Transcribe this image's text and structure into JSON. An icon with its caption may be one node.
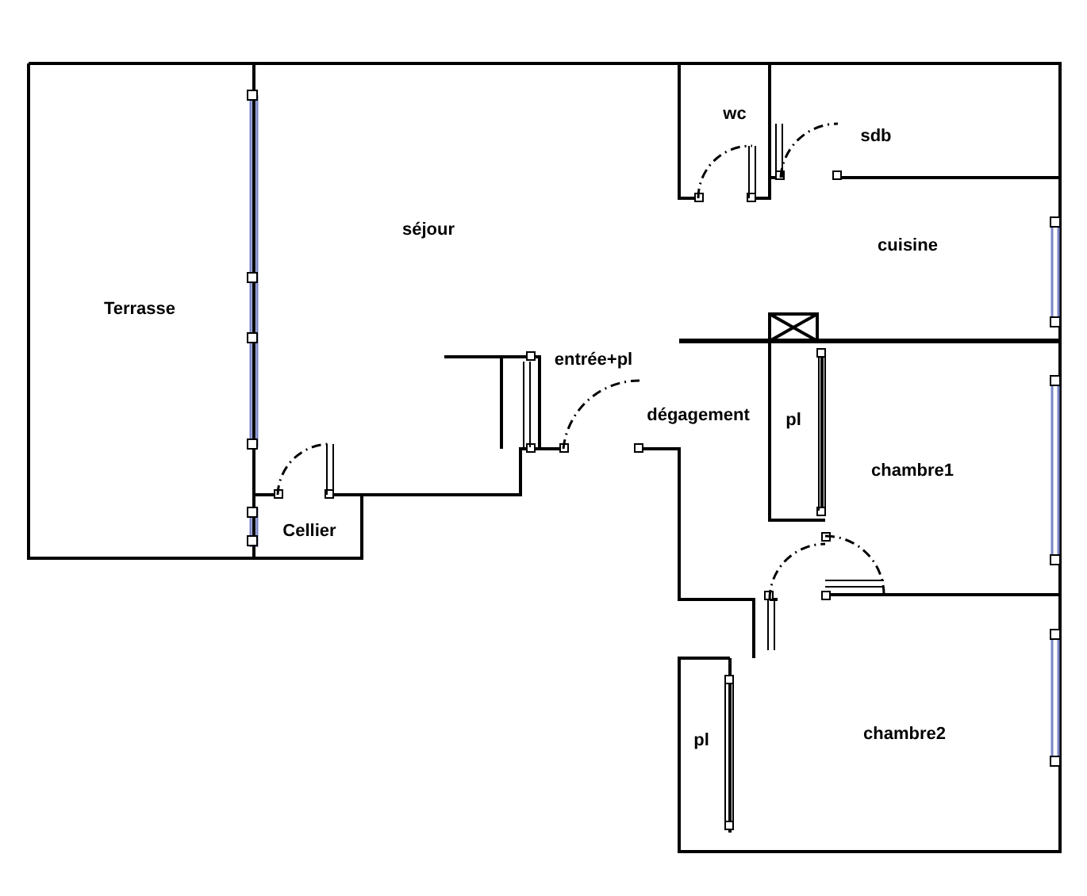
{
  "diagram": {
    "nodes": [
      {
        "text": [
          "Terrasse"
        ]
      },
      {
        "text": [
          "séjour"
        ]
      },
      {
        "text": [
          "wc"
        ]
      },
      {
        "text": [
          "sdb"
        ]
      },
      {
        "text": [
          "cuisine"
        ]
      },
      {
        "text": [
          "entrée+pl"
        ]
      },
      {
        "text": [
          "dégagement"
        ]
      },
      {
        "text": [
          "pl"
        ]
      },
      {
        "text": [
          "chambre1"
        ]
      },
      {
        "text": [
          "Cellier"
        ]
      },
      {
        "text": [
          "pl"
        ]
      },
      {
        "text": [
          "chambre2"
        ]
      }
    ],
    "edges": []
  }
}
